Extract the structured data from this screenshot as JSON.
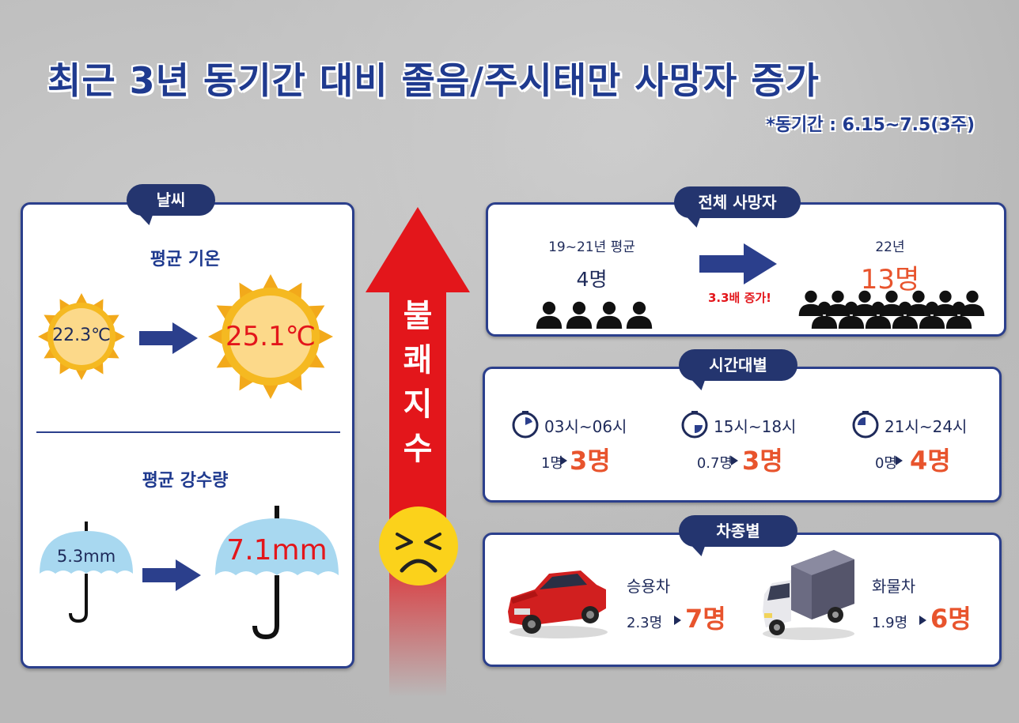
{
  "title": "최근 3년 동기간 대비 졸음/주시태만 사망자 증가",
  "subtitle": "*동기간 : 6.15~7.5(3주)",
  "weather": {
    "tag": "날씨",
    "temp_heading": "평균 기온",
    "temp_before": "22.3℃",
    "temp_after": "25.1℃",
    "rain_heading": "평균 강수량",
    "rain_before": "5.3mm",
    "rain_after": "7.1mm"
  },
  "discomfort": {
    "label_chars": [
      "불",
      "쾌",
      "지",
      "수"
    ],
    "icon": "angry-face-icon",
    "color": "#e3161b"
  },
  "total": {
    "tag": "전체 사망자",
    "before_label": "19~21년 평균",
    "before_value": "4명",
    "increase": "3.3배 증가!",
    "after_label": "22년",
    "after_value": "13명",
    "before_people": 4,
    "after_people": 13
  },
  "time": {
    "tag": "시간대별",
    "slots": [
      {
        "range": "03시~06시",
        "before": "1명",
        "after": "3명"
      },
      {
        "range": "15시~18시",
        "before": "0.7명",
        "after": "3명"
      },
      {
        "range": "21시~24시",
        "before": "0명",
        "after": "4명"
      }
    ]
  },
  "vehicle": {
    "tag": "차종별",
    "items": [
      {
        "name": "승용차",
        "before": "2.3명",
        "after": "7명",
        "icon": "red-car-icon"
      },
      {
        "name": "화물차",
        "before": "1.9명",
        "after": "6명",
        "icon": "truck-icon"
      }
    ]
  },
  "colors": {
    "navy": "#1f3a8f",
    "tag_bg": "#24356f",
    "orange": "#e8542d",
    "red": "#e3161b",
    "sun": "#f5b921"
  }
}
